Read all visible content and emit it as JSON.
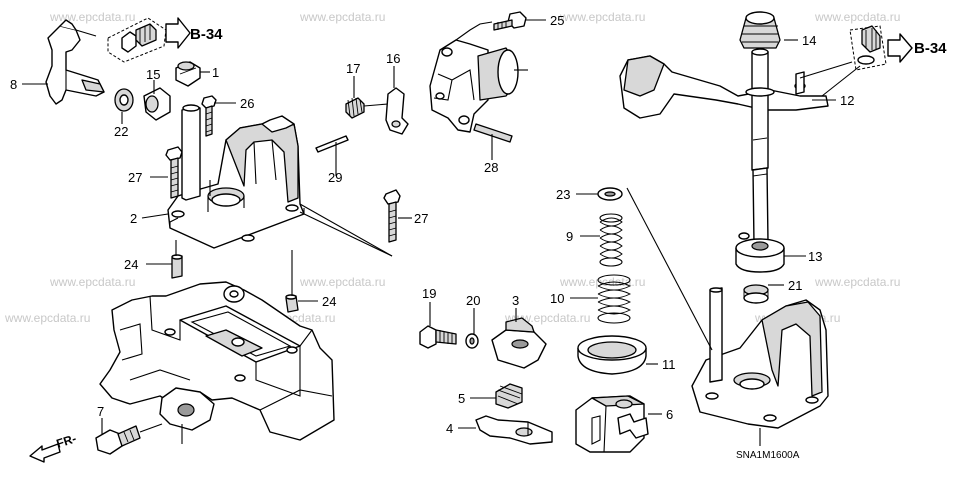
{
  "watermarks": [
    "www.epcdata.ru"
  ],
  "callouts": {
    "c1": "1",
    "c2": "2",
    "c3": "3",
    "c4": "4",
    "c5": "5",
    "c6": "6",
    "c7": "7",
    "c8": "8",
    "c9": "9",
    "c10": "10",
    "c11": "11",
    "c12": "12",
    "c13": "13",
    "c14": "14",
    "c15": "15",
    "c16": "16",
    "c17": "17",
    "c20": "20",
    "c19": "19",
    "c21": "21",
    "c22": "22",
    "c23": "23",
    "c24a": "24",
    "c24b": "24",
    "c25": "25",
    "c26": "26",
    "c27a": "27",
    "c27b": "27",
    "c28": "28",
    "c29": "29"
  },
  "references": {
    "left": "B-34",
    "right": "B-34"
  },
  "direction_label": "FR-",
  "diagram_code": "SNA1M1600A"
}
